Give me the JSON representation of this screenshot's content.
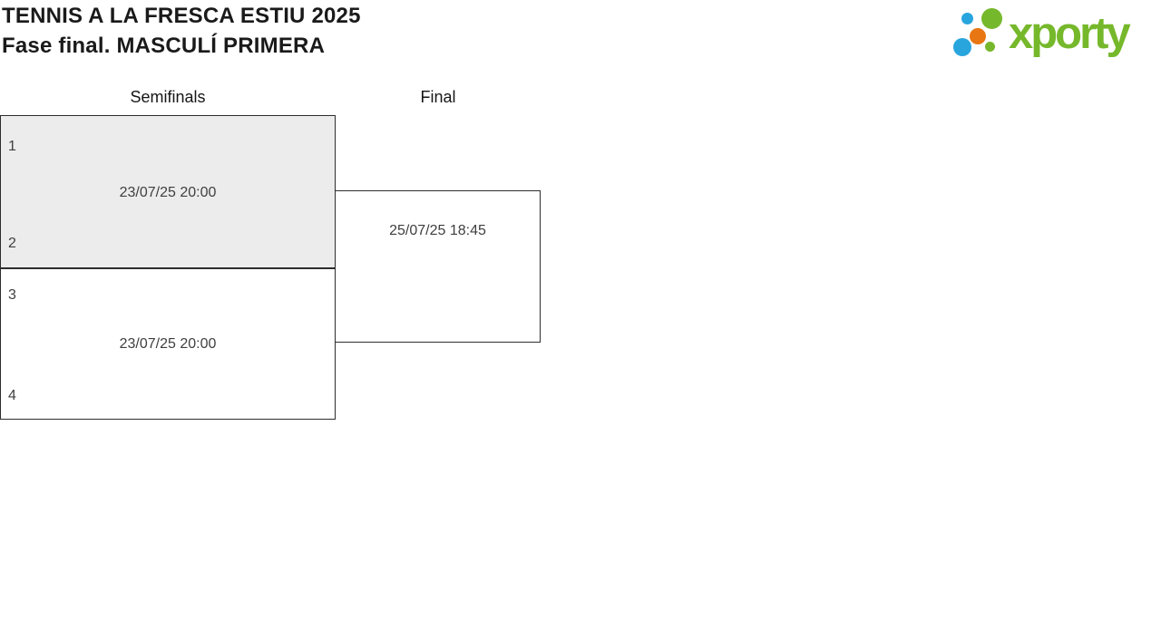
{
  "header": {
    "title": "TENNIS A LA FRESCA ESTIU 2025",
    "subtitle": "Fase final. MASCULÍ PRIMERA"
  },
  "logo": {
    "wordmark": "xporty",
    "dots": [
      {
        "name": "logo-dot-blue-small",
        "color": "#29A5DE"
      },
      {
        "name": "logo-dot-green-large",
        "color": "#76B82B"
      },
      {
        "name": "logo-dot-orange",
        "color": "#E87613"
      },
      {
        "name": "logo-dot-blue-large",
        "color": "#29A5DE"
      },
      {
        "name": "logo-dot-green-small",
        "color": "#76B82B"
      }
    ]
  },
  "bracket": {
    "rounds": [
      {
        "label": "Semifinals"
      },
      {
        "label": "Final"
      }
    ],
    "matches": [
      {
        "round": "Semifinals",
        "seed_top": "1",
        "seed_bottom": "2",
        "datetime": "23/07/25 20:00",
        "highlighted": true
      },
      {
        "round": "Semifinals",
        "seed_top": "3",
        "seed_bottom": "4",
        "datetime": "23/07/25 20:00",
        "highlighted": false
      },
      {
        "round": "Final",
        "datetime": "25/07/25 18:45",
        "highlighted": false
      }
    ]
  },
  "colors": {
    "brand_green": "#76B82B",
    "brand_blue": "#29A5DE",
    "brand_orange": "#E87613",
    "box_border": "#2D2D2D",
    "box_fill": "#ECECEC",
    "text_muted": "#3F3F3F",
    "text_dark": "#1A1A1A"
  }
}
